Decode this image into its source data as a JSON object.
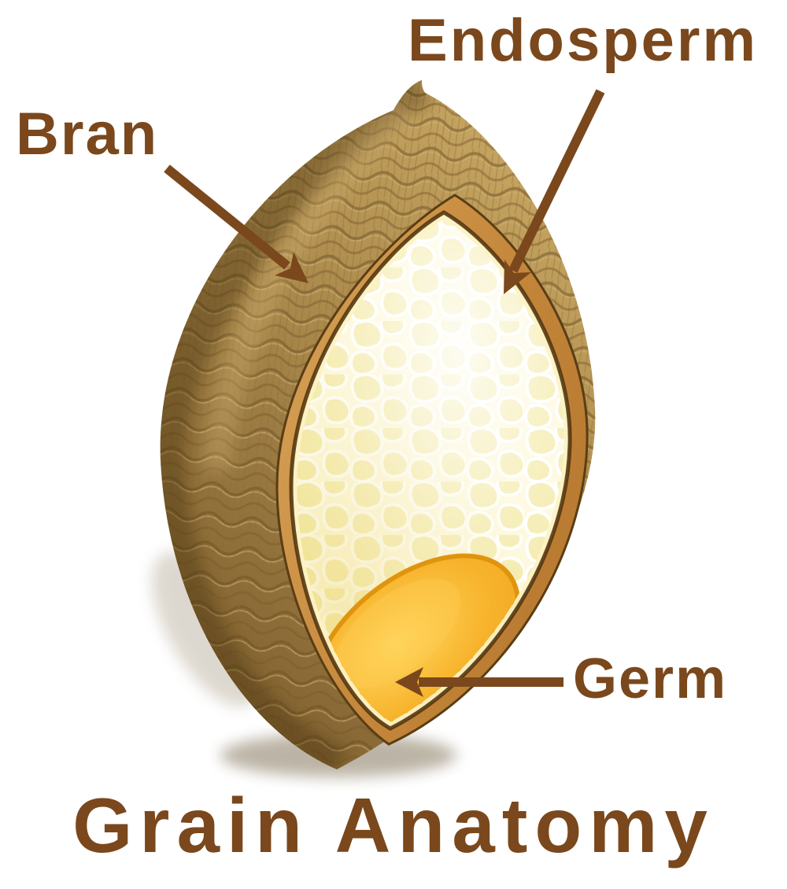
{
  "title": "Grain Anatomy",
  "labels": {
    "bran": "Bran",
    "endosperm": "Endosperm",
    "germ": "Germ"
  },
  "colors": {
    "text_brown": "#7a481c",
    "arrow_brown": "#7a481c",
    "bran_light": "#c6a462",
    "bran_mid": "#a8874a",
    "bran_dark": "#7c5e2e",
    "rim_outer_tan": "#d5a055",
    "rim_inner_brown": "#b5772e",
    "rim_dark_line": "#54360f",
    "endosperm_base": "#fdf8d8",
    "endosperm_cell": "#f3e8a0",
    "cell_wall_white": "#ffffff",
    "aleurone_cream": "#fcf2c4",
    "germ_light": "#ffd75e",
    "germ_mid": "#f7b32c",
    "germ_edge": "#e0940e",
    "background": "#ffffff"
  }
}
